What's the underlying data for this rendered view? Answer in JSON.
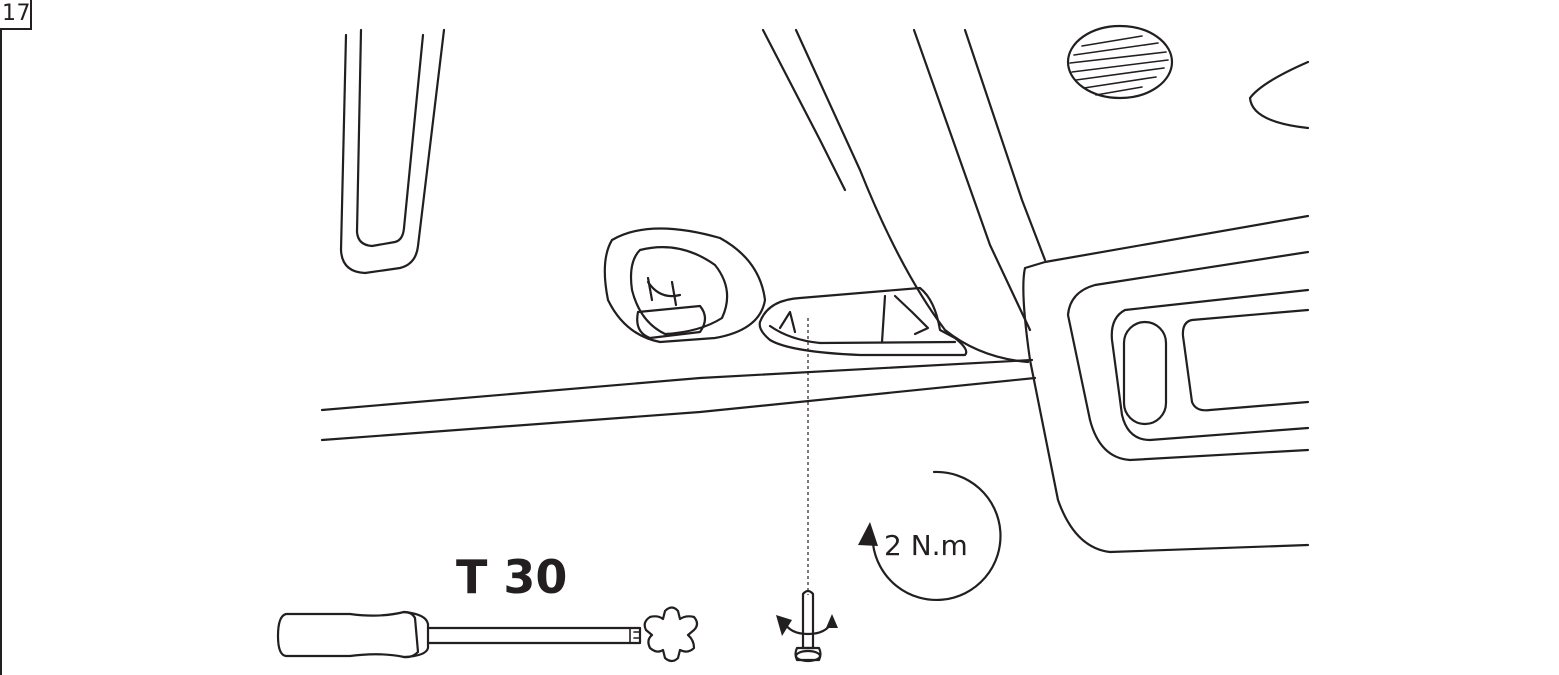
{
  "step": {
    "number": "17"
  },
  "tool": {
    "label": "T 30",
    "type": "torx-screwdriver"
  },
  "torque": {
    "value": "2 N.m"
  },
  "icons": [
    "screwdriver-icon",
    "torx-bit-icon",
    "screw-icon",
    "tighten-arrow-icon",
    "torque-arrow-icon"
  ],
  "colors": {
    "line": "#231f20",
    "background": "#ffffff"
  }
}
